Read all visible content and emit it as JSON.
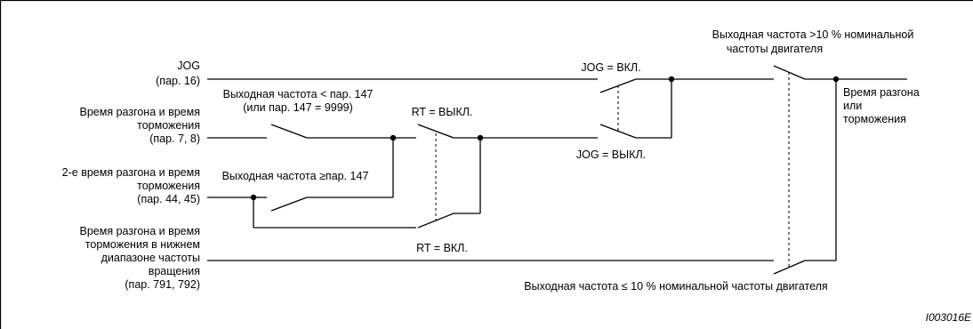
{
  "inputs": {
    "jog": {
      "line1": "JOG",
      "line2": "(пар. 16)"
    },
    "accel1": {
      "line1": "Время разгона и время",
      "line2": "торможения",
      "line3": "(пар. 7, 8)"
    },
    "accel2": {
      "line1": "2-е время разгона и время",
      "line2": "торможения",
      "line3": "(пар. 44, 45)"
    },
    "accel_low": {
      "line1": "Время разгона и время",
      "line2": "торможения в нижнем",
      "line3": "диапазоне частоты",
      "line4": "вращения",
      "line5": "(пар. 791, 792)"
    }
  },
  "conditions": {
    "below147": {
      "line1": "Выходная частота < пар. 147",
      "line2": "(или пар. 147 = 9999)"
    },
    "above147": "Выходная частота ≥пар. 147",
    "rt_off": "RT = ВЫКЛ.",
    "rt_on": "RT = ВКЛ.",
    "jog_on": "JOG = ВКЛ.",
    "jog_off": "JOG = ВЫКЛ.",
    "freq_above10": {
      "line1": "Выходная частота >10 % номинальной",
      "line2": "частоты двигателя"
    },
    "freq_below10": "Выходная частота ≤ 10 % номинальной частоты двигателя"
  },
  "output": {
    "line1": "Время разгона",
    "line2": "или",
    "line3": "торможения"
  },
  "figure_code": "I003016E"
}
